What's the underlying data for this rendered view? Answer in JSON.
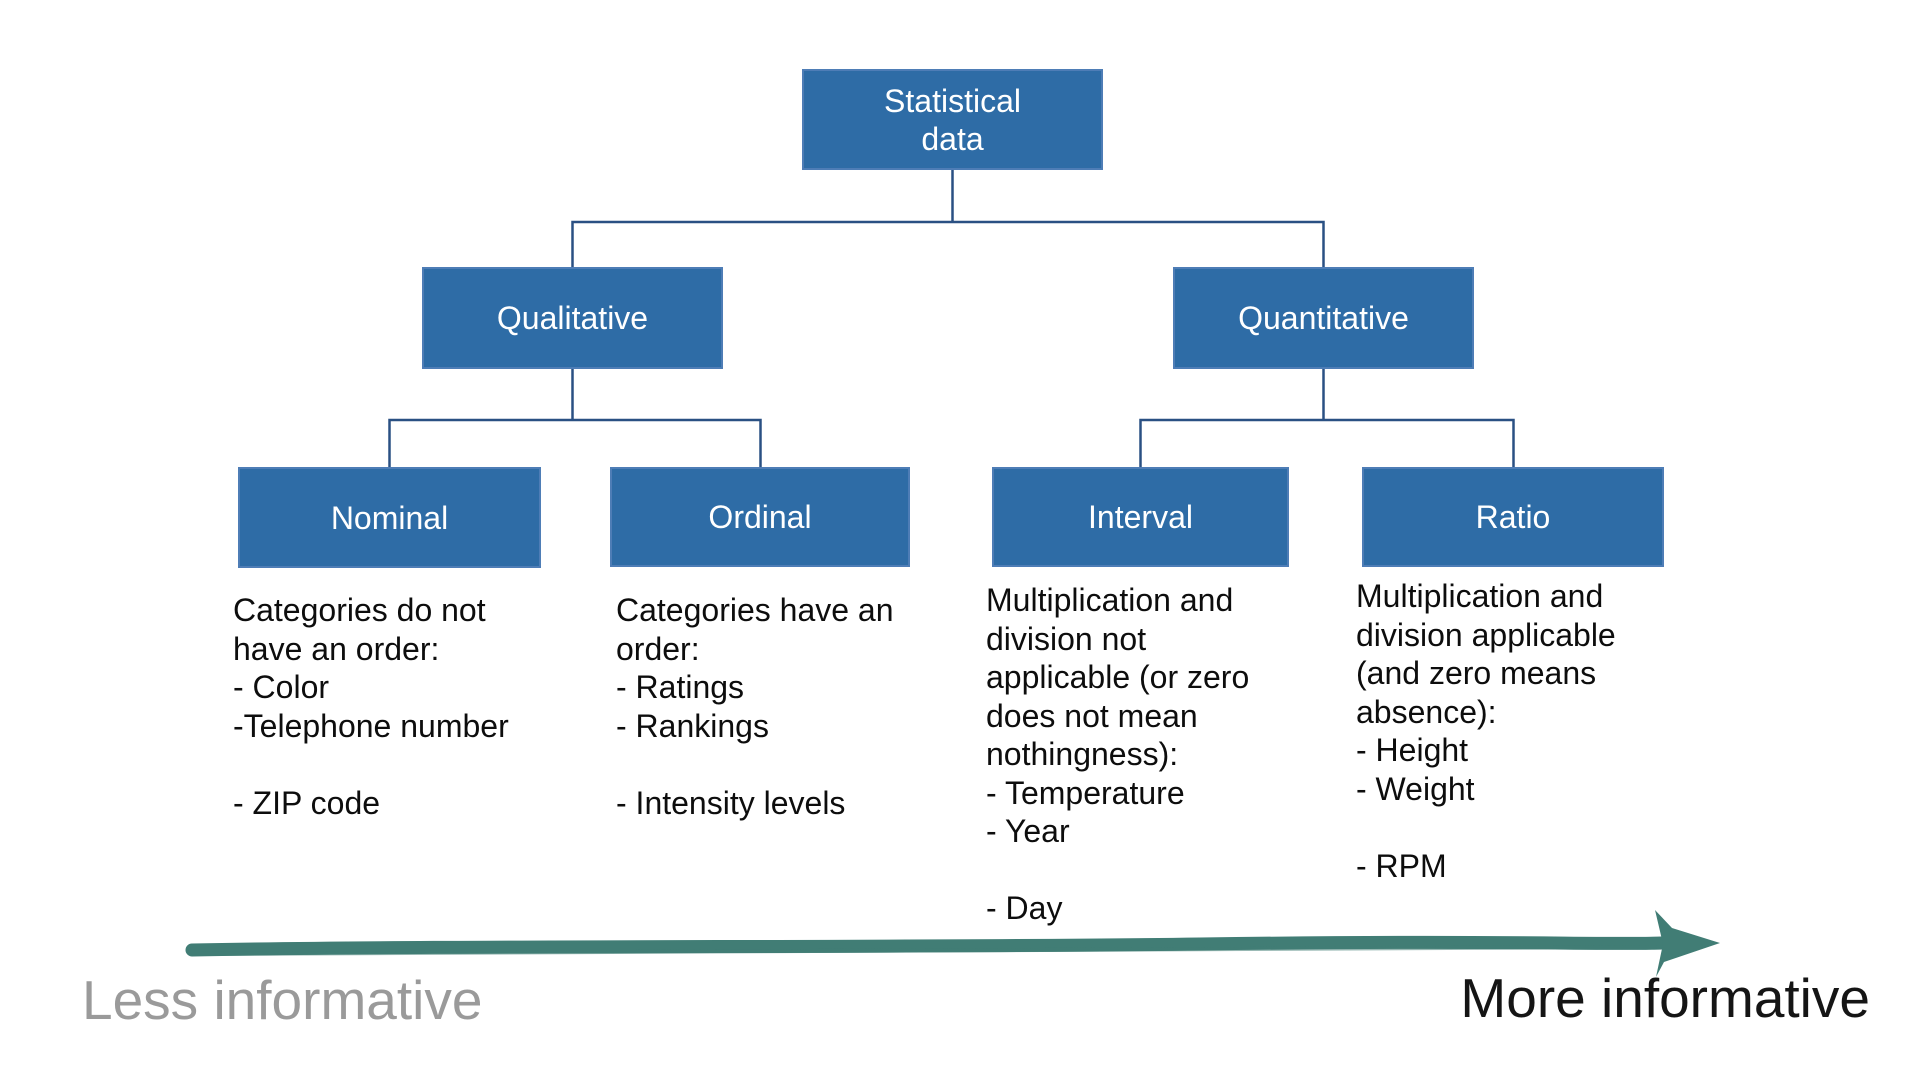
{
  "tree": {
    "root": {
      "label": [
        "Statistical",
        "data"
      ]
    },
    "branches": [
      {
        "label": "Qualitative"
      },
      {
        "label": "Quantitative"
      }
    ],
    "leaves": [
      {
        "label": "Nominal",
        "desc": [
          "Categories do not",
          "have an order:",
          "- Color",
          "-Telephone number",
          "",
          "- ZIP code"
        ]
      },
      {
        "label": "Ordinal",
        "desc": [
          "Categories have an",
          "order:",
          "- Ratings",
          "- Rankings",
          "",
          "- Intensity levels"
        ]
      },
      {
        "label": "Interval",
        "desc": [
          "Multiplication and",
          "division not",
          "applicable (or zero",
          "does not mean",
          "nothingness):",
          "- Temperature",
          "- Year",
          "",
          "- Day"
        ]
      },
      {
        "label": "Ratio",
        "desc": [
          "Multiplication and",
          "division applicable",
          "(and zero means",
          "absence):",
          "- Height",
          "- Weight",
          "",
          "- RPM"
        ]
      }
    ]
  },
  "axis": {
    "less_label": "Less informative",
    "more_label": "More informative"
  },
  "colors": {
    "box_fill": "#2e6ca6",
    "box_border": "#4e7db6",
    "connector": "#2a5083",
    "arrow": "#417d75",
    "less_text": "#9a9a9a",
    "more_text": "#151515"
  }
}
